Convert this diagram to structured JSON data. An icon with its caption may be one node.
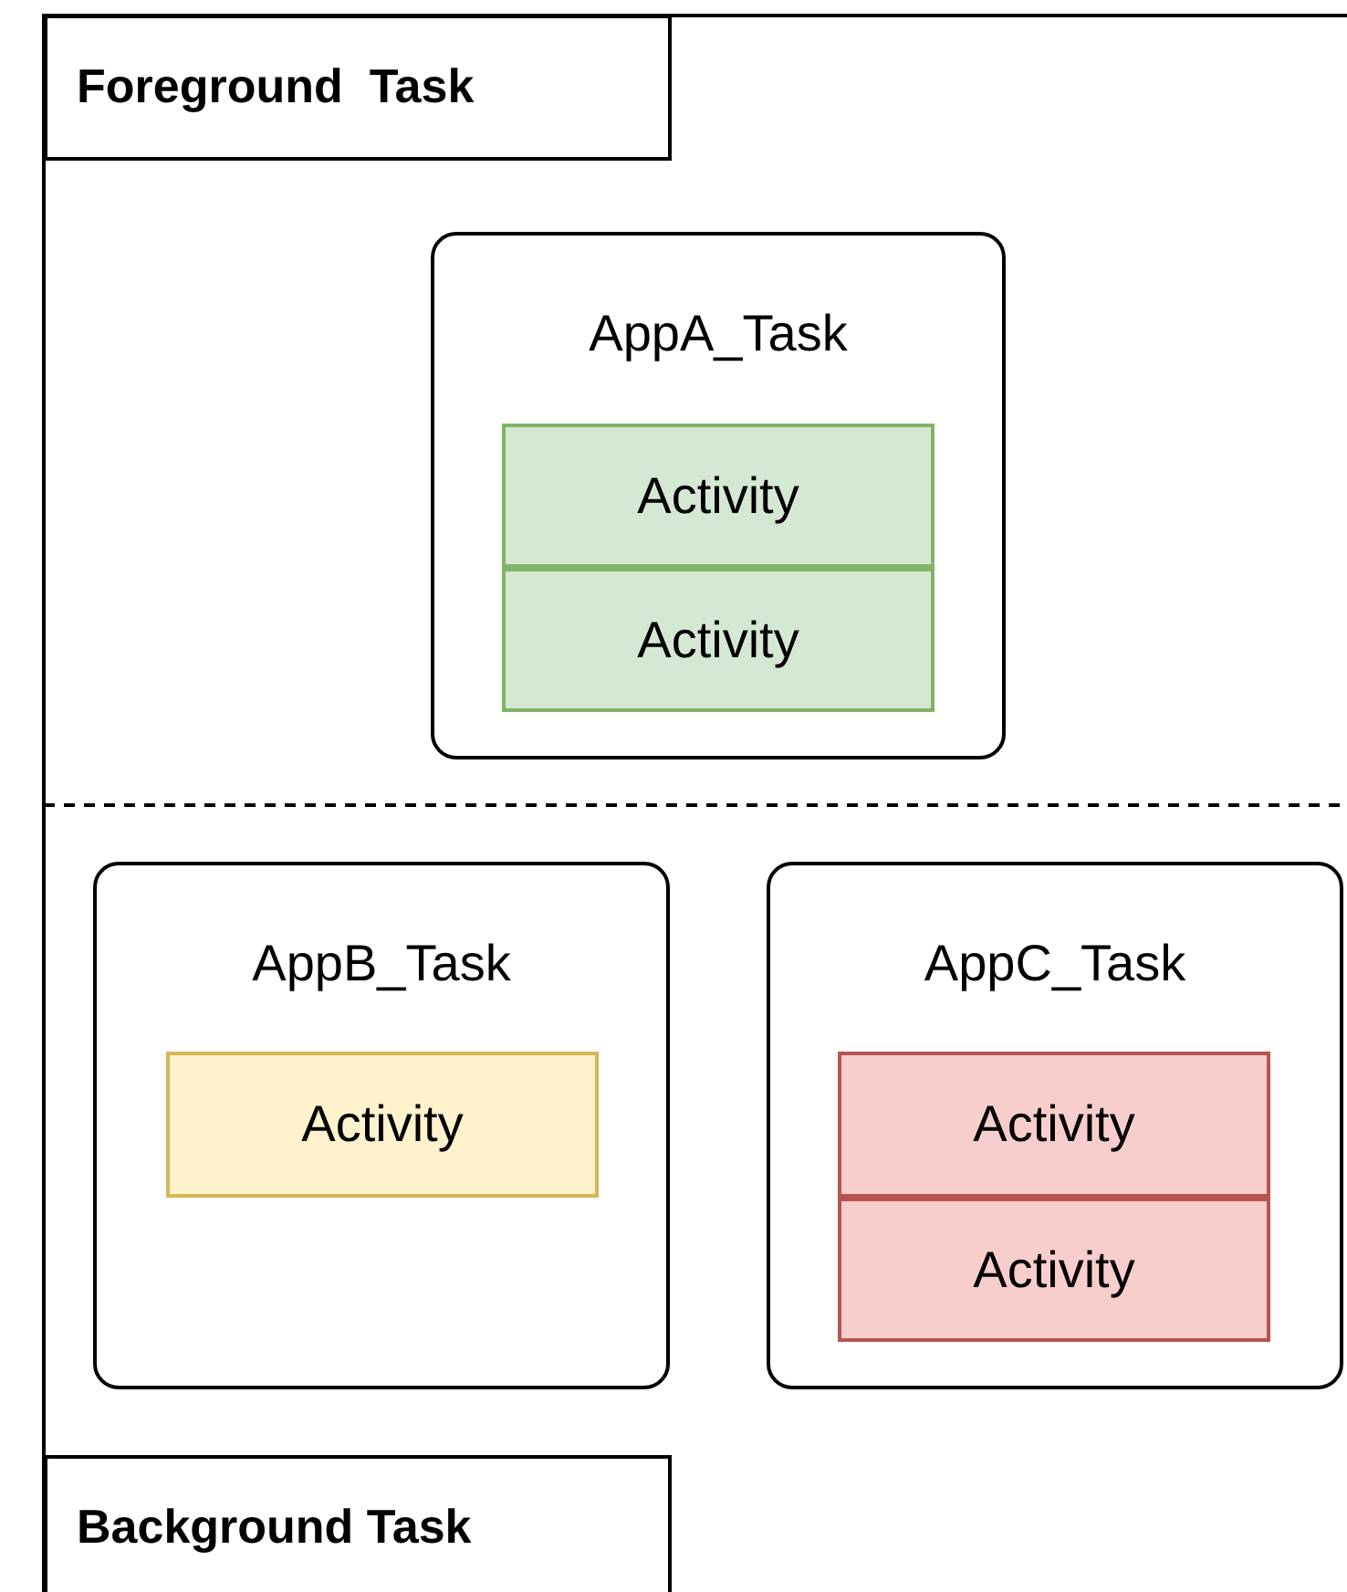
{
  "diagram": {
    "nodes": [
      {
        "text": [
          "Foreground  Task"
        ]
      },
      {
        "text": [
          "AppA_Task"
        ]
      },
      {
        "text": [
          "Activity"
        ],
        "in": 1
      },
      {
        "text": [
          "Activity"
        ],
        "in": 1
      },
      {
        "text": [
          "AppB_Task"
        ]
      },
      {
        "text": [
          "Activity"
        ],
        "in": 4
      },
      {
        "text": [
          "AppC_Task"
        ]
      },
      {
        "text": [
          "Activity"
        ],
        "in": 6
      },
      {
        "text": [
          "Activity"
        ],
        "in": 6
      },
      {
        "text": [
          "Background Task"
        ]
      }
    ]
  }
}
